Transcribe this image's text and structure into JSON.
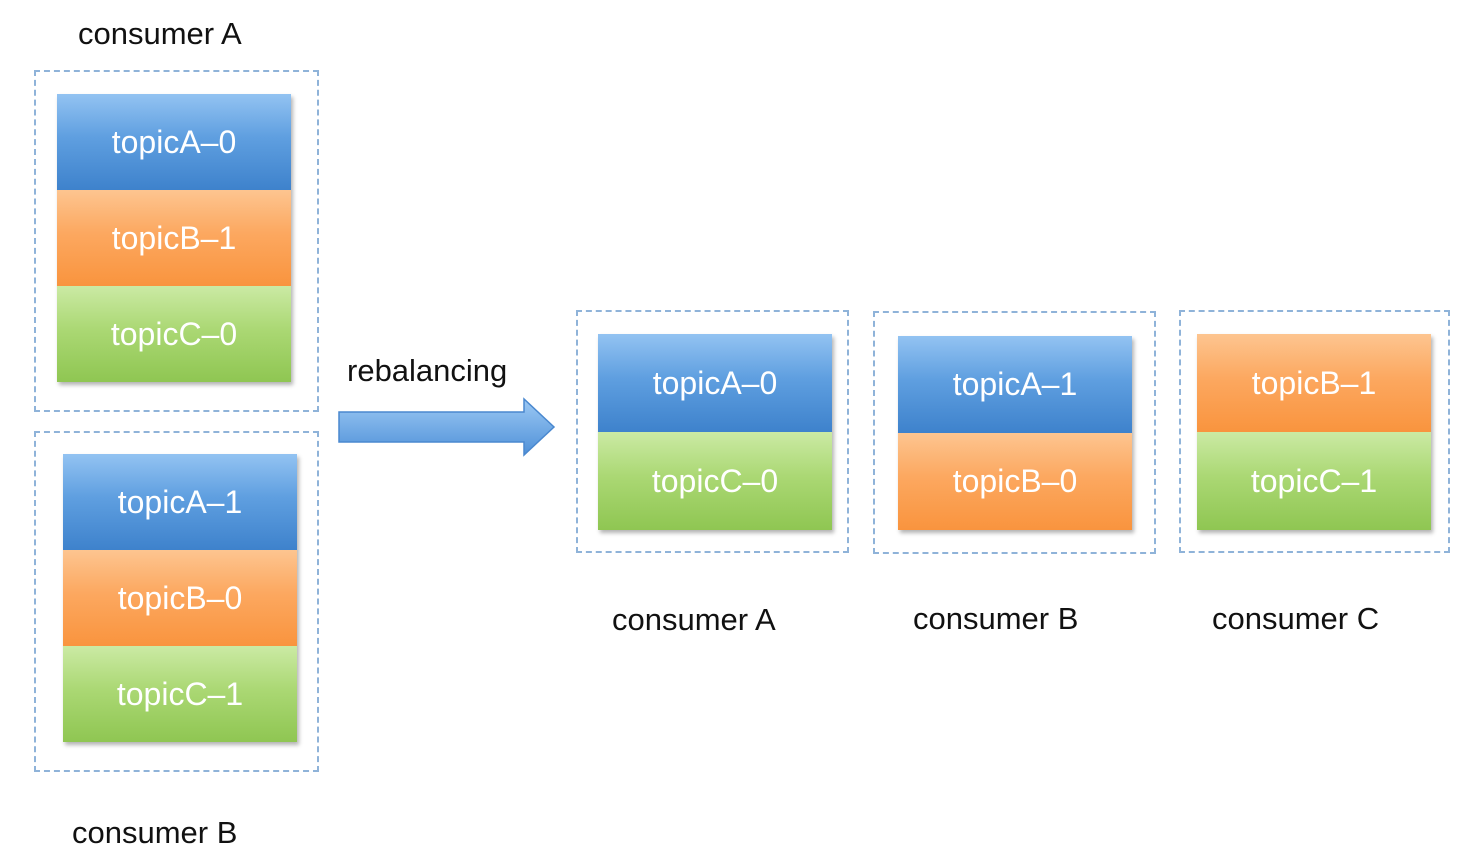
{
  "before": {
    "consumer_a": {
      "label": "consumer A",
      "partitions": [
        {
          "name": "topicA‒0",
          "color": "blue"
        },
        {
          "name": "topicB‒1",
          "color": "orange"
        },
        {
          "name": "topicC‒0",
          "color": "green"
        }
      ]
    },
    "consumer_b": {
      "label": "consumer B",
      "partitions": [
        {
          "name": "topicA‒1",
          "color": "blue"
        },
        {
          "name": "topicB‒0",
          "color": "orange"
        },
        {
          "name": "topicC‒1",
          "color": "green"
        }
      ]
    }
  },
  "arrow": {
    "label": "rebalancing"
  },
  "after": {
    "consumer_a": {
      "label": "consumer A",
      "partitions": [
        {
          "name": "topicA‒0",
          "color": "blue"
        },
        {
          "name": "topicC‒0",
          "color": "green"
        }
      ]
    },
    "consumer_b": {
      "label": "consumer B",
      "partitions": [
        {
          "name": "topicA‒1",
          "color": "blue"
        },
        {
          "name": "topicB‒0",
          "color": "orange"
        }
      ]
    },
    "consumer_c": {
      "label": "consumer C",
      "partitions": [
        {
          "name": "topicB‒1",
          "color": "orange"
        },
        {
          "name": "topicC‒1",
          "color": "green"
        }
      ]
    }
  },
  "colors": {
    "blue": "#5f9fe0",
    "orange": "#fca860",
    "green": "#abd874",
    "group_border": "#8fb3d9",
    "arrow": "#6aa8e6"
  }
}
